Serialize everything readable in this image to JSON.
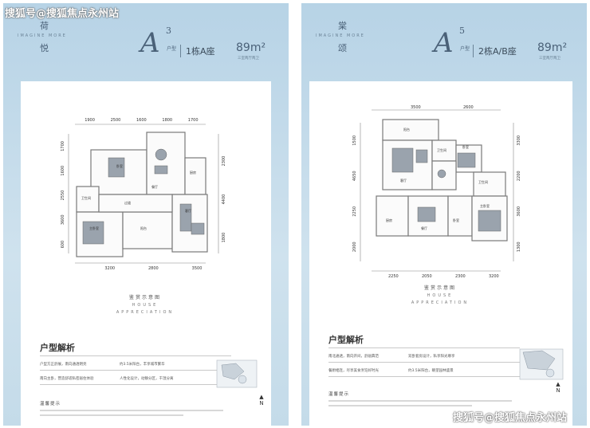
{
  "watermark_text": "搜狐号@搜狐焦点永州站",
  "left": {
    "brand_char_1": "荷",
    "brand_char_2": "悦",
    "brand_sub": "IMAGINE MORE",
    "type_letter": "A",
    "type_num": "3",
    "type_unit": "户型",
    "building": "1栋A座",
    "area": "89m²",
    "area_sub": "三室两厅两卫",
    "dims_top": [
      "1900",
      "2500",
      "1600",
      "1800",
      "1700"
    ],
    "dims_bottom": [
      "3200",
      "2800",
      "3500"
    ],
    "dims_left": [
      "1700",
      "1600",
      "2550",
      "3600",
      "600"
    ],
    "dims_right": [
      "2300",
      "4400",
      "1800"
    ],
    "caption_cn": "鉴赏示意图",
    "caption_en_1": "HOUSE",
    "caption_en_2": "APPRECIATION",
    "analysis_title": "户型解析",
    "features": [
      "户型方正舒展，南向通透明亮",
      "约3.5米阳台，丰享城市繁华",
      "南向主卧，营造舒适私密居住体验",
      "人性化设计，动静分区，干湿分离"
    ],
    "tip_title": "温馨提示",
    "north_label": "N"
  },
  "right": {
    "brand_char_1": "棠",
    "brand_char_2": "颂",
    "brand_sub": "IMAGINE MORE",
    "type_letter": "A",
    "type_num": "5",
    "type_unit": "户型",
    "building": "2栋A/B座",
    "area": "89m²",
    "area_sub": "三室两厅两卫",
    "dims_top": [
      "3500",
      "2600"
    ],
    "dims_bottom": [
      "2250",
      "2050",
      "2300",
      "3200"
    ],
    "dims_left": [
      "1500",
      "4650",
      "2250",
      "2000"
    ],
    "dims_right": [
      "3300",
      "2200",
      "3600",
      "1300"
    ],
    "caption_cn": "鉴赏示意图",
    "caption_en_1": "HOUSE",
    "caption_en_2": "APPRECIATION",
    "analysis_title": "户型解析",
    "features": [
      "南北通透，南向开间，舒居典范",
      "双卧套房设计，私享阳光尊享",
      "餐厨相连，尽享美食烹饪好时光",
      "约3.5米阳台，眺望园林盛景"
    ],
    "tip_title": "温馨提示",
    "north_label": "N"
  }
}
